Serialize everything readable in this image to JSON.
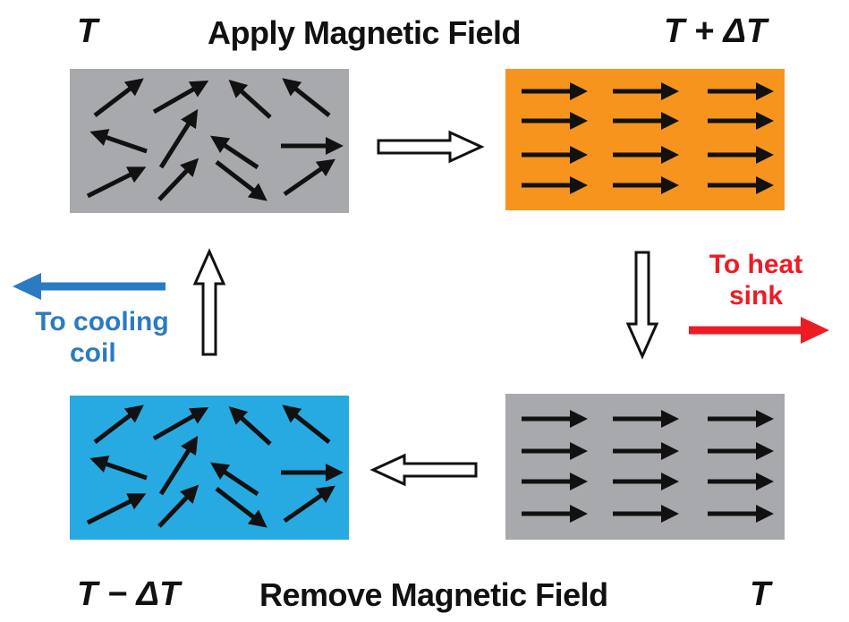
{
  "labels": {
    "top_left_temp": "T",
    "top_right_temp": "T + ΔT",
    "bottom_left_temp": "T − ΔT",
    "bottom_right_temp": "T",
    "apply_field": "Apply Magnetic Field",
    "remove_field": "Remove Magnetic Field",
    "to_cooling_coil_line1": "To cooling",
    "to_cooling_coil_line2": "coil",
    "to_heat_sink_line1": "To heat",
    "to_heat_sink_line2": "sink"
  },
  "colors": {
    "disordered_gray": "#a7a9ac",
    "ordered_orange": "#f7941d",
    "ordered_gray": "#a7a9ac",
    "disordered_blue": "#27aae1",
    "cooling_arrow": "#2b7bc2",
    "heat_arrow": "#ed1c24",
    "cooling_text": "#2b7bc2",
    "heat_text": "#ed1c24",
    "spin_arrow": "#111111"
  },
  "states": [
    {
      "id": "disordered-start",
      "spins": "random",
      "color": "disordered_gray"
    },
    {
      "id": "magnetized-hot",
      "spins": "aligned",
      "color": "ordered_orange"
    },
    {
      "id": "magnetized-cooled",
      "spins": "aligned",
      "color": "ordered_gray"
    },
    {
      "id": "demagnetized-cold",
      "spins": "random",
      "color": "disordered_blue"
    }
  ]
}
